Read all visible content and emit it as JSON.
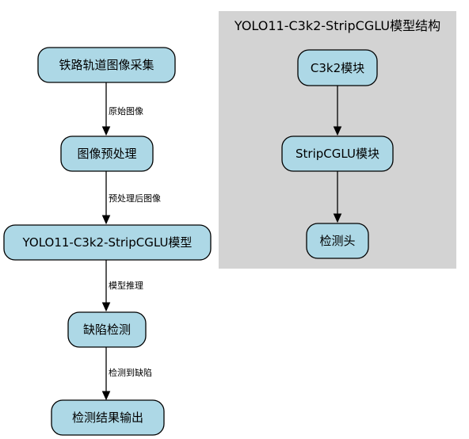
{
  "pipeline": {
    "nodes": [
      {
        "label": "铁路轨道图像采集"
      },
      {
        "label": "图像预处理"
      },
      {
        "label": "YOLO11-C3k2-StripCGLU模型"
      },
      {
        "label": "缺陷检测"
      },
      {
        "label": "检测结果输出"
      }
    ],
    "edges": [
      {
        "label": "原始图像"
      },
      {
        "label": "预处理后图像"
      },
      {
        "label": "模型推理"
      },
      {
        "label": "检测到缺陷"
      }
    ]
  },
  "structure": {
    "title": "YOLO11-C3k2-StripCGLU模型结构",
    "nodes": [
      {
        "label": "C3k2模块"
      },
      {
        "label": "StripCGLU模块"
      },
      {
        "label": "检测头"
      }
    ]
  },
  "colors": {
    "node_fill": "#add8e6",
    "cluster_fill": "#d3d3d3",
    "stroke": "#000000"
  }
}
